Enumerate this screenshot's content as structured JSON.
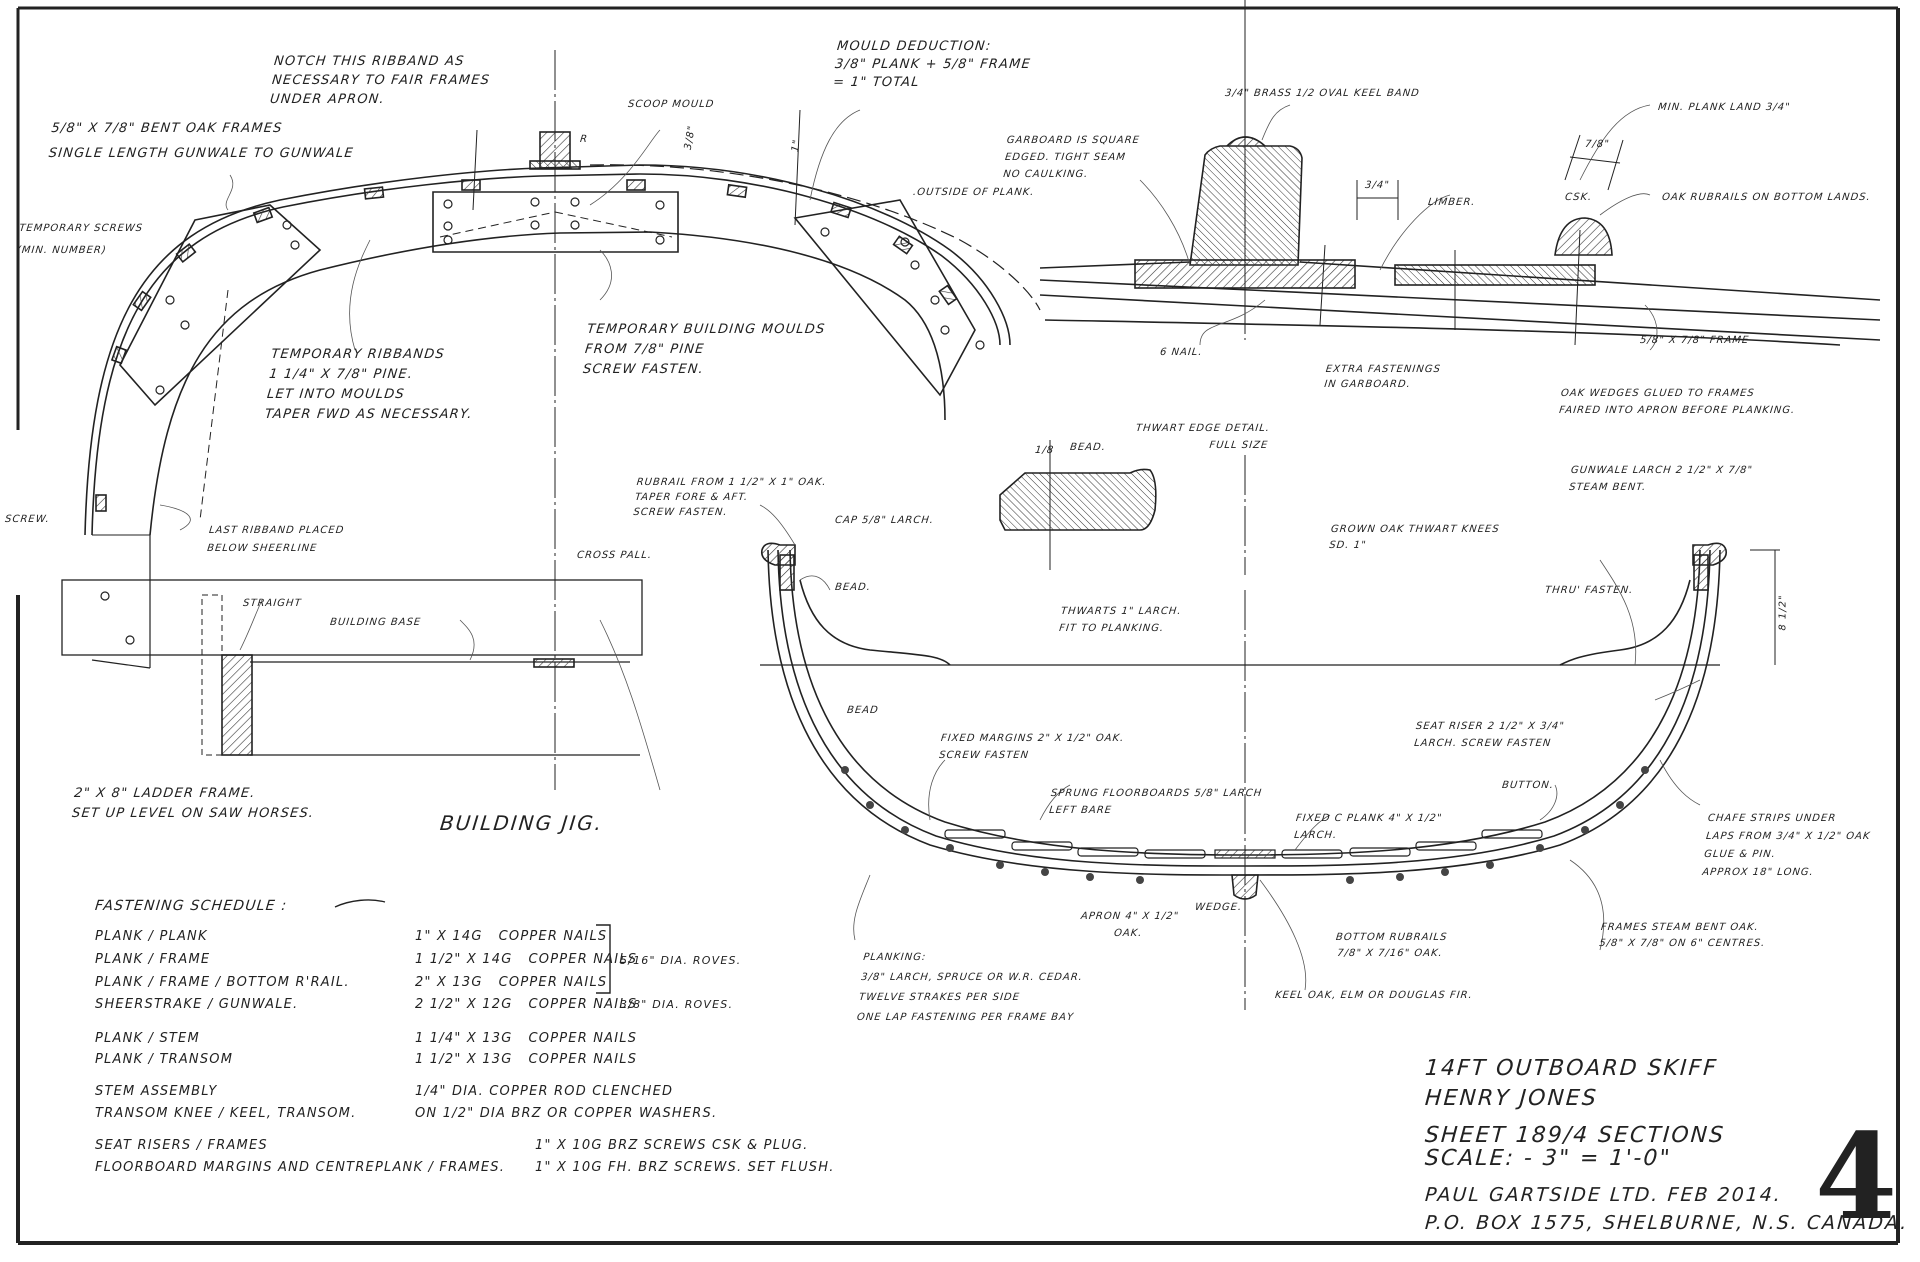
{
  "drawing": {
    "title_block": {
      "project": "14FT Outboard Skiff",
      "boat_name": "Henry Jones",
      "sheet": "Sheet 189/4 Sections",
      "scale": "Scale: - 3\" = 1'-0\"",
      "designer": "Paul Gartside Ltd. Feb 2014.",
      "address": "P.O. Box 1575, Shelburne, N.S. Canada.",
      "sheet_number": "4"
    },
    "building_jig": {
      "heading": "Building Jig.",
      "notes": {
        "notch_ribband": "Notch this ribband as\nnecessary to fair frames\nunder apron.",
        "bent_oak_frames": "5/8\" x 7/8\" bent oak frames\nsingle length gunwale to gunwale",
        "temporary_screws": "Temporary screws\n(min. number)",
        "scoop_mould": "Scoop mould",
        "r_mark": "R",
        "dim_3_8": "3/8\"",
        "dim_1": "1\"",
        "mould_deduction": "Mould deduction:\n3/8\" plank + 5/8\" frame\n= 1\" total",
        "outside_of_plank": ".Outside of plank.",
        "temporary_ribbands": "Temporary ribbands\n1 1/4\" x 7/8\" pine.\nLet into moulds\ntaper fwd as necessary.",
        "temporary_moulds": "Temporary building moulds\nfrom 7/8\" pine\nscrew fasten.",
        "screw": "Screw.",
        "last_ribband": "Last ribband placed\nbelow sheerline",
        "straight": "Straight",
        "building_base": "Building base",
        "cross_pall": "Cross pall.",
        "ladder_frame": "2\" x 8\" ladder frame.\nset up level on saw horses."
      }
    },
    "keel_detail": {
      "notes": {
        "keel_band": "3/4\" brass 1/2 oval keel band",
        "garboard": "Garboard is square\nedged. Tight seam\nno caulking.",
        "dim_3_4": "3/4\"",
        "limber": "Limber.",
        "nail": "6 Nail.",
        "extra_fastenings": "Extra fastenings\nin garboard.",
        "oak_wedges": "Oak wedges glued to frames\nfaired into apron before planking.",
        "frame_size": "5/8\" x 7/8\" frame",
        "min_plank_land": "Min. plank land 3/4\"",
        "dim_7_8": "7/8\"",
        "csk": "Csk.",
        "oak_rubrails": "Oak rubrails on bottom lands."
      }
    },
    "thwart_detail": {
      "heading": "Thwart edge detail.\nFull size",
      "bead": "Bead.",
      "dim_small": "1/8"
    },
    "midship_section": {
      "notes": {
        "rubrail": "Rubrail from 1 1/2\" x 1\" oak.\ntaper fore & aft.\nscrew fasten.",
        "cap": "Cap 5/8\" larch.",
        "bead_upper": "Bead.",
        "bead_lower": "Bead",
        "thwarts": "Thwarts 1\" larch.\nfit to planking.",
        "gunwale": "Gunwale larch 2 1/2\" x 7/8\"\nsteam bent.",
        "thwart_knees": "Grown oak thwart knees\nsd. 1\"",
        "thru_fasten": "Thru' fasten.",
        "height_dim": "8 1/2\"",
        "fixed_margins": "Fixed margins 2\" x 1/2\" oak.\nscrew fasten",
        "floorboards": "Sprung floorboards 5/8\" larch\nleft bare",
        "fixed_plank": "Fixed C plank 4\" x 1/2\"\nlarch.",
        "button": "Button.",
        "seat_riser": "Seat riser 2 1/2\" x 3/4\"\nlarch. screw fasten",
        "chafe_strips": "Chafe strips under\nlaps from 3/4\" x 1/2\" oak\nglue & pin.\napprox 18\" long.",
        "apron": "Apron 4\" x 1/2\"\noak.",
        "wedge": "Wedge.",
        "bottom_rubrails": "Bottom rubrails\n7/8\" x 7/16\" oak.",
        "keel": "Keel oak, elm or Douglas fir.",
        "frames": "Frames steam bent oak.\n5/8\" x 7/8\" on 6\" centres.",
        "planking": "Planking:\n3/8\" larch, spruce or W.R. cedar.\ntwelve strakes per side\none lap fastening per frame bay"
      }
    },
    "fastening_schedule": {
      "heading": "Fastening schedule :",
      "rows": [
        {
          "joint": "Plank / plank",
          "fastener": "1\" x 14g   copper nails"
        },
        {
          "joint": "Plank / frame",
          "fastener": "1 1/2\" x 14g   copper nails"
        },
        {
          "joint": "Plank / frame / bottom r'rail.",
          "fastener": "2\" x 13g   copper nails"
        },
        {
          "joint": "Sheerstrake / gunwale.",
          "fastener": "2 1/2\" x 12g   copper nails"
        },
        {
          "joint": "Plank / stem",
          "fastener": "1 1/4\" x 13g   copper nails"
        },
        {
          "joint": "Plank / transom",
          "fastener": "1 1/2\" x 13g   copper nails"
        },
        {
          "joint": "Stem assembly",
          "fastener": "1/4\" dia. copper rod clenched"
        },
        {
          "joint": "Transom knee / keel, transom.",
          "fastener": "on 1/2\" dia brz or copper washers."
        },
        {
          "joint": "Seat risers / frames",
          "fastener": "1\" x 10g brz screws csk & plug."
        },
        {
          "joint": "Floorboard margins and centreplank / frames.",
          "fastener": "1\" x 10g fh. brz screws. set flush."
        }
      ],
      "roves_a": "5/16\" dia. roves.",
      "roves_b": "3/8\" dia. roves."
    }
  }
}
